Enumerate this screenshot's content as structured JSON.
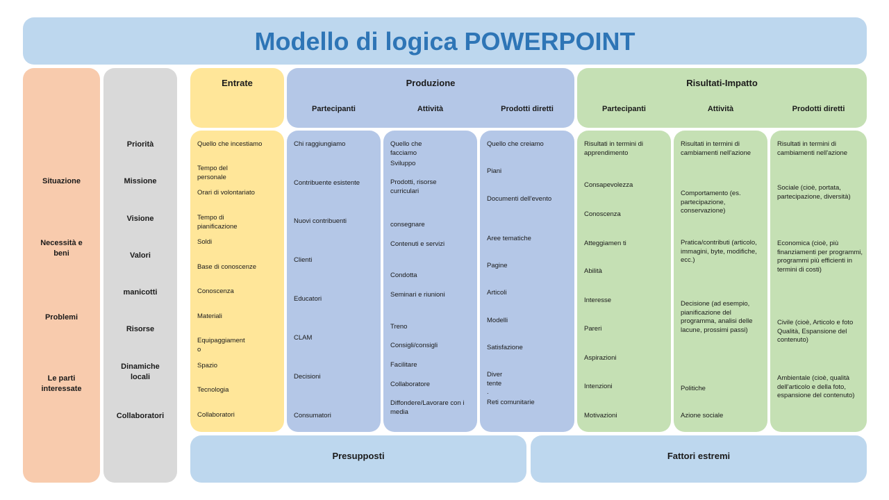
{
  "title": "Modello di logica POWERPOINT",
  "situazione": [
    "Situazione",
    "Necessità e beni",
    "Problemi",
    "Le parti interessate"
  ],
  "priorita": [
    "Priorità",
    "Missione",
    "Visione",
    "Valori",
    "manicotti",
    "Risorse",
    "Dinamiche locali",
    "Collaboratori"
  ],
  "entrate": {
    "header": "Entrate",
    "items": [
      "Quello che incestiamo",
      "Tempo del personale",
      "Orari di volontariato",
      "Tempo di pianificazione",
      "Soldi",
      "Base di conoscenze",
      "Conoscenza",
      "Materiali",
      "Equipaggiament o",
      "Spazio",
      "Tecnologia",
      "Collaboratori"
    ]
  },
  "produzione": {
    "header": "Produzione",
    "subheaders": [
      "Partecipanti",
      "Attività",
      "Prodotti diretti"
    ],
    "partecipanti": [
      "Chi raggiungiamo",
      "Contribuente esistente",
      "Nuovi contribuenti",
      "Clienti",
      "Educatori",
      "CLAM",
      "Decisioni",
      "Consumatori"
    ],
    "attivita": [
      "Quello che facciamo",
      "Sviluppo",
      "Prodotti, risorse curriculari",
      "consegnare",
      "Contenuti e servizi",
      "Condotta",
      "Seminari e riunioni",
      "Treno",
      "Consigli/consigli",
      "Facilitare",
      "Collaboratore",
      "Diffondere/Lavorare con i media"
    ],
    "prodotti": [
      "Quello che creiamo",
      "Piani",
      "Documenti dell'evento",
      "Aree tematiche",
      "Pagine",
      "Articoli",
      "Modelli",
      "Satisfazione",
      "Diver tente .",
      "Reti comunitarie"
    ]
  },
  "risultati": {
    "header": "Risultati-Impatto",
    "subheaders": [
      "Partecipanti",
      "Attività",
      "Prodotti diretti"
    ],
    "partecipanti": [
      "Risultati in termini di apprendimento",
      "Consapevolezza",
      "Conoscenza",
      "Atteggiamen ti",
      "Abilità",
      "Interesse",
      "Pareri",
      "Aspirazioni",
      "Intenzioni",
      "Motivazioni"
    ],
    "attivita": [
      "Risultati in termini di cambiamenti nell'azione",
      "Comportamento (es. partecipazione, conservazione)",
      "Pratica/contributi (articolo, immagini, byte, modifiche, ecc.)",
      "Decisione (ad esempio, pianificazione del programma, analisi delle lacune, prossimi passi)",
      "Politiche",
      "Azione sociale"
    ],
    "prodotti": [
      "Risultati in termini di cambiamenti nell'azione",
      "Sociale (cioè, portata, partecipazione, diversità)",
      "Economica (cioè, più finanziamenti per programmi, programmi più efficienti in termini di costi)",
      "Civile (cioè, Articolo e foto Qualità, Espansione del contenuto)",
      "Ambientale (cioè, qualità dell'articolo e della foto, espansione del contenuto)"
    ]
  },
  "presupposti": "Presupposti",
  "fattori": "Fattori estremi"
}
